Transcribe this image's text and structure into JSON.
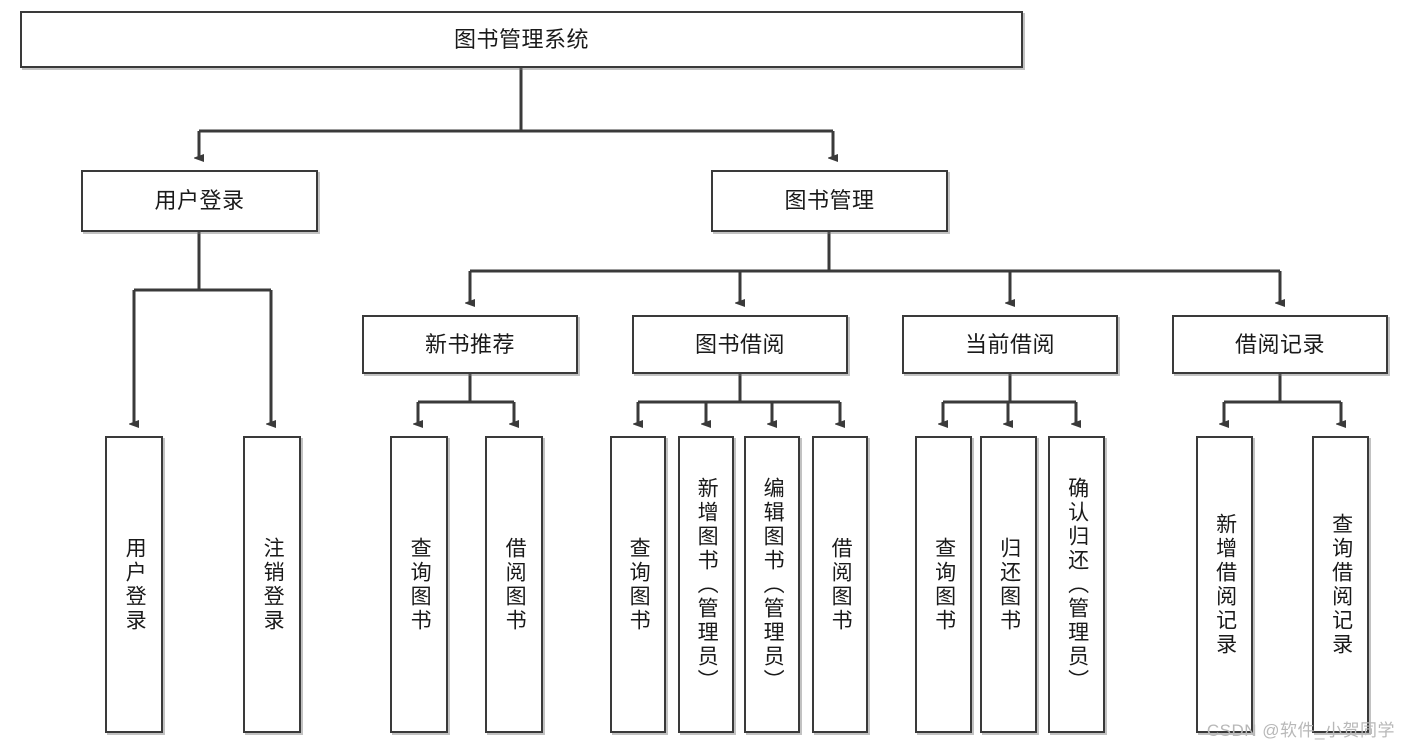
{
  "diagram": {
    "type": "tree-hierarchy",
    "title": "图书管理系统",
    "watermark": "CSDN @软件_小贺同学",
    "colors": {
      "box_border": "#3a3a3a",
      "box_fill": "#ffffff",
      "edge": "#3a3a3a",
      "text": "#1a1a1a",
      "watermark": "#b8b8b8"
    },
    "nodes": {
      "root": {
        "label": "图书管理系统",
        "level": 1
      },
      "user_login": {
        "label": "用户登录",
        "level": 2
      },
      "book_manage": {
        "label": "图书管理",
        "level": 2
      },
      "new_book_rec": {
        "label": "新书推荐",
        "level": 3
      },
      "book_borrow": {
        "label": "图书借阅",
        "level": 3
      },
      "current_borrow": {
        "label": "当前借阅",
        "level": 3
      },
      "borrow_record": {
        "label": "借阅记录",
        "level": 3
      },
      "leaf_user_login": {
        "label": "用户登录",
        "level": 4
      },
      "leaf_logout": {
        "label": "注销登录",
        "level": 4
      },
      "leaf_query_book_1": {
        "label": "查询图书",
        "level": 4
      },
      "leaf_borrow_book_1": {
        "label": "借阅图书",
        "level": 4
      },
      "leaf_query_book_2": {
        "label": "查询图书",
        "level": 4
      },
      "leaf_add_book": {
        "label": "新增图书（管理员）",
        "level": 4
      },
      "leaf_edit_book": {
        "label": "编辑图书（管理员）",
        "level": 4
      },
      "leaf_borrow_book_2": {
        "label": "借阅图书",
        "level": 4
      },
      "leaf_query_book_3": {
        "label": "查询图书",
        "level": 4
      },
      "leaf_return_book": {
        "label": "归还图书",
        "level": 4
      },
      "leaf_confirm_return": {
        "label": "确认归还（管理员）",
        "level": 4
      },
      "leaf_add_record": {
        "label": "新增借阅记录",
        "level": 4
      },
      "leaf_query_record": {
        "label": "查询借阅记录",
        "level": 4
      }
    },
    "edges": [
      {
        "from": "root",
        "to": "user_login"
      },
      {
        "from": "root",
        "to": "book_manage"
      },
      {
        "from": "user_login",
        "to": "leaf_user_login"
      },
      {
        "from": "user_login",
        "to": "leaf_logout"
      },
      {
        "from": "book_manage",
        "to": "new_book_rec"
      },
      {
        "from": "book_manage",
        "to": "book_borrow"
      },
      {
        "from": "book_manage",
        "to": "current_borrow"
      },
      {
        "from": "book_manage",
        "to": "borrow_record"
      },
      {
        "from": "new_book_rec",
        "to": "leaf_query_book_1"
      },
      {
        "from": "new_book_rec",
        "to": "leaf_borrow_book_1"
      },
      {
        "from": "book_borrow",
        "to": "leaf_query_book_2"
      },
      {
        "from": "book_borrow",
        "to": "leaf_add_book"
      },
      {
        "from": "book_borrow",
        "to": "leaf_edit_book"
      },
      {
        "from": "book_borrow",
        "to": "leaf_borrow_book_2"
      },
      {
        "from": "current_borrow",
        "to": "leaf_query_book_3"
      },
      {
        "from": "current_borrow",
        "to": "leaf_return_book"
      },
      {
        "from": "current_borrow",
        "to": "leaf_confirm_return"
      },
      {
        "from": "borrow_record",
        "to": "leaf_add_record"
      },
      {
        "from": "borrow_record",
        "to": "leaf_query_record"
      }
    ]
  }
}
